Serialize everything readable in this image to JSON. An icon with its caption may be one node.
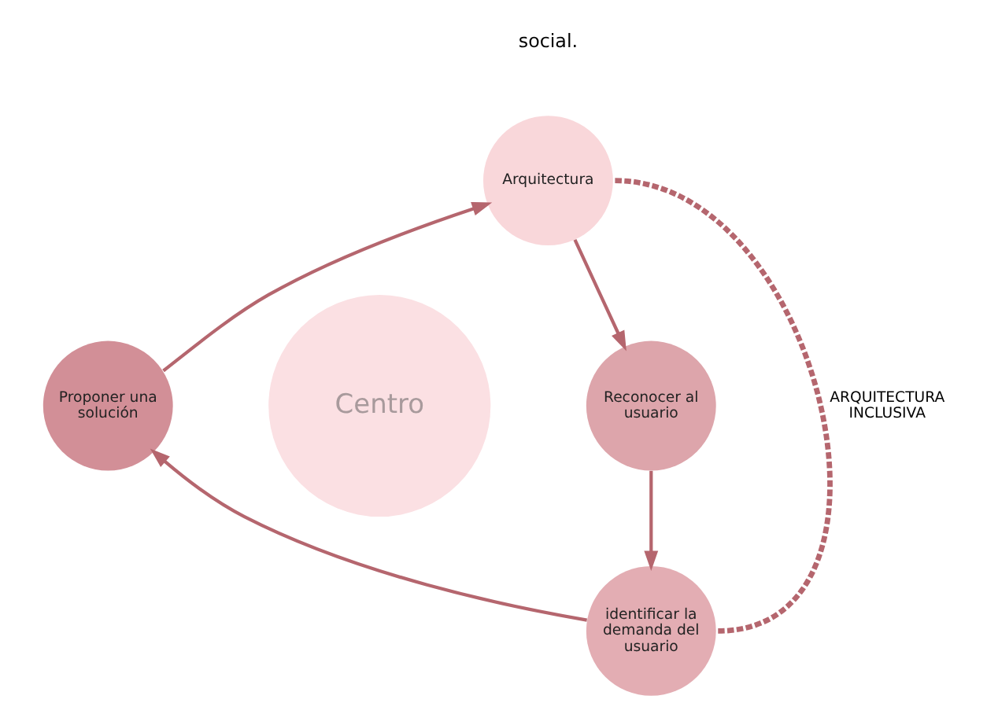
{
  "diagram": {
    "nodes": [
      {
        "text": [
          "Centro"
        ]
      },
      {
        "text": [
          "Arquitectura"
        ]
      },
      {
        "text": [
          "Reconocer al usuario"
        ]
      },
      {
        "text": [
          "identificar la demanda del usuario"
        ]
      },
      {
        "text": [
          "Proponer una solución"
        ]
      }
    ],
    "edges": [
      {
        "from": 1,
        "to": 2,
        "arrow": "to"
      },
      {
        "from": 2,
        "to": 3,
        "arrow": "to"
      },
      {
        "from": 3,
        "to": 4,
        "arrow": "to"
      },
      {
        "from": 4,
        "to": 1,
        "arrow": "to"
      },
      {
        "from": 1,
        "to": 3,
        "arrow": "none",
        "style": "dashed",
        "label": "ARQUITECTURA INCLUSIVA"
      }
    ],
    "labels": [
      "social."
    ]
  }
}
